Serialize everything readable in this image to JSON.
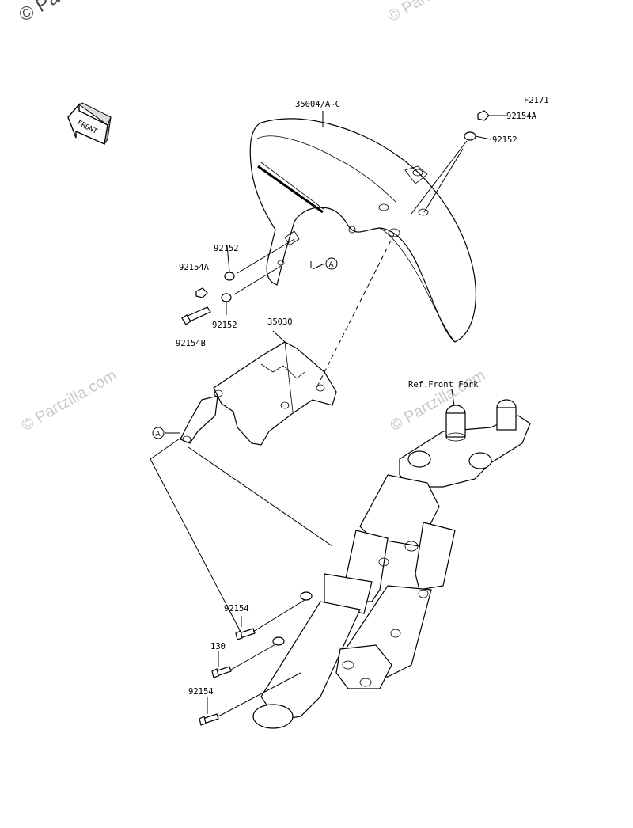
{
  "watermarks": {
    "top_left": "© Partzilla",
    "top_right": "© Partzilla.com",
    "mid_left": "© Partzilla.com",
    "mid_right": "© Partzilla.com"
  },
  "figure_code": "F2171",
  "front_arrow_label": "FRONT",
  "callouts": {
    "fender": "35004/A~C",
    "bolt_top": "92154A",
    "washer_top": "92152",
    "washer_left_upper": "92152",
    "bolt_left_upper": "92154A",
    "washer_left_lower": "92152",
    "bolt_left_lower": "92154B",
    "bracket": "35030",
    "ref_fork": "Ref.Front Fork",
    "bolt_fork_upper": "92154",
    "bolt_fork_mid": "130",
    "bolt_fork_lower": "92154",
    "marker_a_upper": "A",
    "marker_a_lower": "A"
  }
}
